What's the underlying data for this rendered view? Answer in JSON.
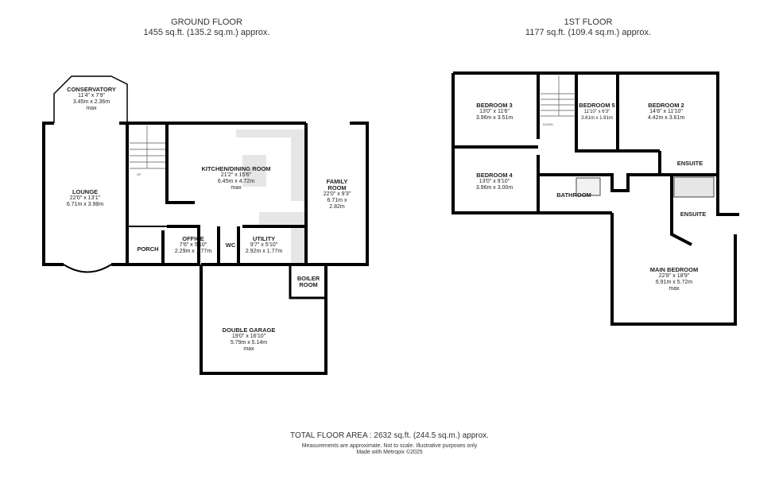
{
  "ground_floor": {
    "title": "GROUND FLOOR",
    "area": "1455 sq.ft. (135.2 sq.m.) approx.",
    "rooms": [
      {
        "name": "CONSERVATORY",
        "imperial": "11'4\" x 7'9\"",
        "metric": "3.45m x 2.36m",
        "note": "max"
      },
      {
        "name": "LOUNGE",
        "imperial": "22'0\" x 13'1\"",
        "metric": "6.71m x 3.98m",
        "note": ""
      },
      {
        "name": "KITCHEN/DINING ROOM",
        "imperial": "21'2\" x 15'6\"",
        "metric": "6.45m x 4.72m",
        "note": "max"
      },
      {
        "name": "FAMILY ROOM",
        "imperial": "22'0\" x 9'3\"",
        "metric": "6.71m x 2.82m",
        "note": ""
      },
      {
        "name": "OFFICE",
        "imperial": "7'6\" x 5'10\"",
        "metric": "2.29m x 1.77m",
        "note": ""
      },
      {
        "name": "WC",
        "imperial": "",
        "metric": "",
        "note": ""
      },
      {
        "name": "UTILITY",
        "imperial": "9'7\" x 5'10\"",
        "metric": "2.92m x 1.77m",
        "note": ""
      },
      {
        "name": "PORCH",
        "imperial": "",
        "metric": "",
        "note": ""
      },
      {
        "name": "BOILER ROOM",
        "imperial": "",
        "metric": "",
        "note": ""
      },
      {
        "name": "DOUBLE GARAGE",
        "imperial": "19'0\" x 16'10\"",
        "metric": "5.79m x 5.14m",
        "note": "max"
      }
    ],
    "stairs_label": "UP"
  },
  "first_floor": {
    "title": "1ST FLOOR",
    "area": "1177 sq.ft. (109.4 sq.m.) approx.",
    "rooms": [
      {
        "name": "BEDROOM 3",
        "imperial": "13'0\" x 11'6\"",
        "metric": "3.96m x 3.51m",
        "note": ""
      },
      {
        "name": "BEDROOM 5",
        "imperial": "11'10\" x 6'3\"",
        "metric": "3.61m x 1.91m",
        "note": ""
      },
      {
        "name": "BEDROOM 2",
        "imperial": "14'6\" x 11'10\"",
        "metric": "4.42m x 3.61m",
        "note": ""
      },
      {
        "name": "BEDROOM 4",
        "imperial": "13'0\" x 9'10\"",
        "metric": "3.96m x 3.00m",
        "note": ""
      },
      {
        "name": "BATHROOM",
        "imperial": "",
        "metric": "",
        "note": ""
      },
      {
        "name": "ENSUITE",
        "imperial": "",
        "metric": "",
        "note": ""
      },
      {
        "name": "ENSUITE",
        "imperial": "",
        "metric": "",
        "note": ""
      },
      {
        "name": "MAIN BEDROOM",
        "imperial": "22'8\" x 18'9\"",
        "metric": "6.91m x 5.72m",
        "note": "max"
      }
    ],
    "stairs_label": "DOWN"
  },
  "footer": {
    "total": "TOTAL FLOOR AREA : 2632 sq.ft. (244.5 sq.m.) approx.",
    "disclaimer": "Measurements are approximate.  Not to scale.  Illustrative purposes only",
    "credit": "Made with Metropix ©2025"
  },
  "colors": {
    "wall": "#000000",
    "fitting": "#e6e6e6"
  }
}
